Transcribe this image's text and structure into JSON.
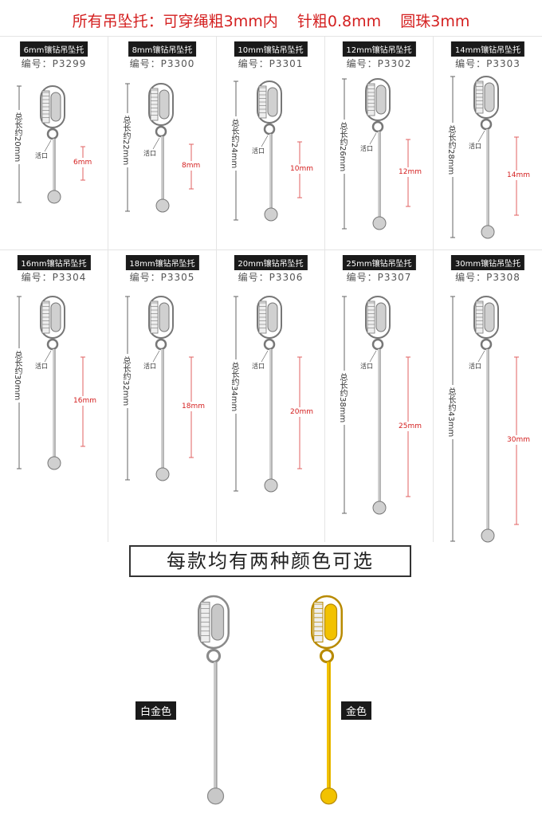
{
  "headline": "所有吊坠托：可穿绳粗3mm内    针粗0.8mm    圆珠3mm",
  "products": [
    {
      "label": "6mm镶钻吊坠托",
      "code": "编号：P3299",
      "total": "总长约20mm",
      "total_mm": 20,
      "inner": "6mm",
      "inner_mm": 6,
      "opening": "活口"
    },
    {
      "label": "8mm镶钻吊坠托",
      "code": "编号：P3300",
      "total": "总长约22mm",
      "total_mm": 22,
      "inner": "8mm",
      "inner_mm": 8,
      "opening": "活口"
    },
    {
      "label": "10mm镶钻吊坠托",
      "code": "编号：P3301",
      "total": "总长约24mm",
      "total_mm": 24,
      "inner": "10mm",
      "inner_mm": 10,
      "opening": "活口"
    },
    {
      "label": "12mm镶钻吊坠托",
      "code": "编号：P3302",
      "total": "总长约26mm",
      "total_mm": 26,
      "inner": "12mm",
      "inner_mm": 12,
      "opening": "活口"
    },
    {
      "label": "14mm镶钻吊坠托",
      "code": "编号：P3303",
      "total": "总长约28mm",
      "total_mm": 28,
      "inner": "14mm",
      "inner_mm": 14,
      "opening": "活口"
    },
    {
      "label": "16mm镶钻吊坠托",
      "code": "编号：P3304",
      "total": "总长约30mm",
      "total_mm": 30,
      "inner": "16mm",
      "inner_mm": 16,
      "opening": "活口"
    },
    {
      "label": "18mm镶钻吊坠托",
      "code": "编号：P3305",
      "total": "总长约32mm",
      "total_mm": 32,
      "inner": "18mm",
      "inner_mm": 18,
      "opening": "活口"
    },
    {
      "label": "20mm镶钻吊坠托",
      "code": "编号：P3306",
      "total": "总长约34mm",
      "total_mm": 34,
      "inner": "20mm",
      "inner_mm": 20,
      "opening": "活口"
    },
    {
      "label": "25mm镶钻吊坠托",
      "code": "编号：P3307",
      "total": "总长约38mm",
      "total_mm": 38,
      "inner": "25mm",
      "inner_mm": 25,
      "opening": "活口"
    },
    {
      "label": "30mm镶钻吊坠托",
      "code": "编号：P3308",
      "total": "总长约43mm",
      "total_mm": 43,
      "inner": "30mm",
      "inner_mm": 30,
      "opening": "活口"
    }
  ],
  "banner": "每款均有两种颜色可选",
  "colors": [
    {
      "label": "白金色",
      "metal": "#c8c8c8",
      "dark": "#8a8a8a"
    },
    {
      "label": "金色",
      "metal": "#f2c200",
      "dark": "#b88a00"
    }
  ]
}
